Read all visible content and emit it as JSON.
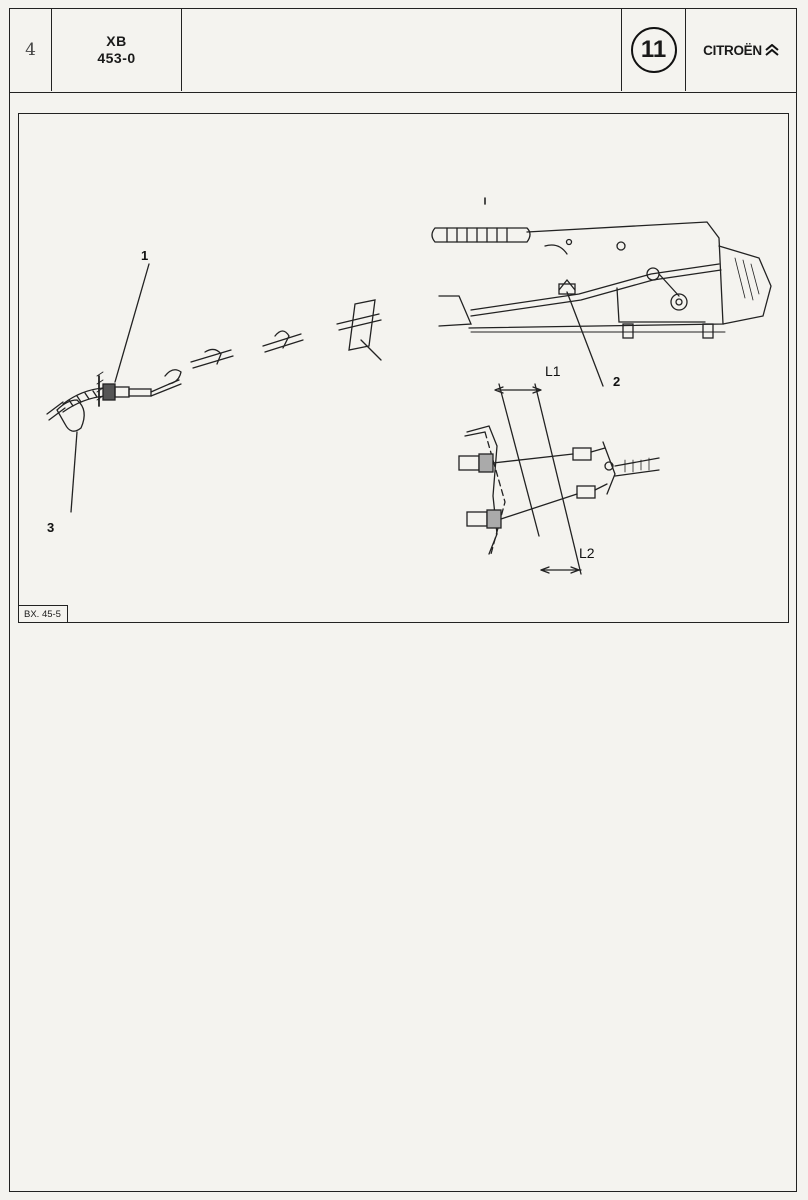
{
  "header": {
    "page_number": "4",
    "model_line1": "XB",
    "model_line2": "453-0",
    "section_number": "11",
    "brand": "CITROËN",
    "brand_logo_icon": "double-chevron-icon"
  },
  "figure": {
    "reference": "BX. 45-5",
    "callouts": [
      "1",
      "2",
      "3"
    ],
    "dimensions": [
      "L1",
      "L2"
    ]
  },
  "colors": {
    "paper": "#f4f3ef",
    "ink": "#1a1a1a"
  }
}
